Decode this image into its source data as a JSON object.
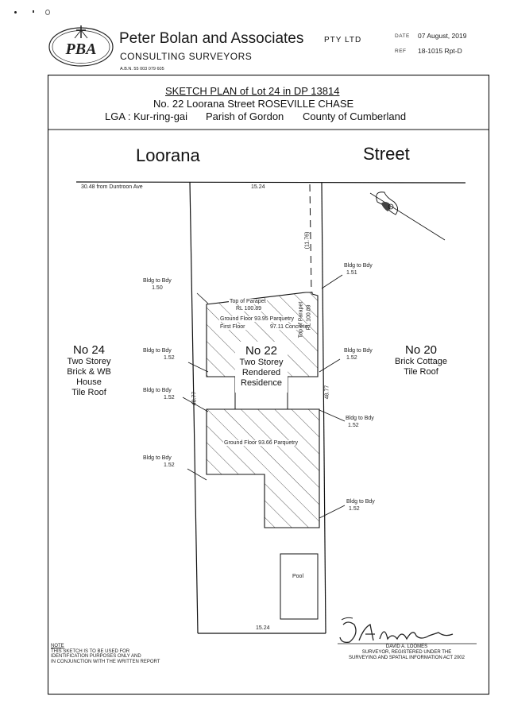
{
  "header": {
    "company": "Peter Bolan and Associates",
    "company_suffix": "PTY LTD",
    "subtitle": "CONSULTING SURVEYORS",
    "abn": "A.B.N. 55 003 079 605",
    "logo_text": "PBA",
    "date_label": "DATE",
    "date_value": "07 August, 2019",
    "ref_label": "REF",
    "ref_value": "18-1015 Rpt-D"
  },
  "title": {
    "line1": "SKETCH PLAN of Lot 24 in DP 13814",
    "line2": "No. 22 Loorana Street ROSEVILLE CHASE",
    "lga": "LGA : Kur-ring-gai",
    "parish": "Parish of Gordon",
    "county": "County of Cumberland"
  },
  "street": {
    "left_word": "Loorana",
    "right_word": "Street"
  },
  "dimensions": {
    "from_corner": "30.48 from Duntroon Ave",
    "frontage": "15.24",
    "rear": "15.24",
    "depth_left": "48.77",
    "depth_right": "48.77",
    "setback": "(11.76)"
  },
  "setbacks": [
    {
      "label": "Bldg to Bdy",
      "value": "1.50"
    },
    {
      "label": "Bldg to Bdy",
      "value": "1.51"
    },
    {
      "label": "Bldg to Bdy",
      "value": "1.52"
    },
    {
      "label": "Bldg to Bdy",
      "value": "1.52"
    },
    {
      "label": "Bldg to Bdy",
      "value": "1.52"
    },
    {
      "label": "Bldg to Bdy",
      "value": "1.52"
    },
    {
      "label": "Bldg to Bdy",
      "value": "1.52"
    },
    {
      "label": "Bldg to Bdy",
      "value": "1.52"
    }
  ],
  "levels": {
    "parapet_label": "Top of Parapet",
    "parapet_rl": "RL 100.89",
    "ground_floor_upper": "Ground Floor 93.95 Parquetry",
    "first_floor": "First Floor",
    "first_floor_value": "97.11 Concrete",
    "side_parapet_label": "Top of Parapet",
    "side_parapet_rl": "RL 100.89",
    "ground_floor_lower": "Ground Floor 93.66 Parquetry"
  },
  "subject": {
    "number": "No 22",
    "desc": [
      "Two Storey",
      "Rendered",
      "Residence"
    ]
  },
  "neighbour_left": {
    "number": "No 24",
    "desc": [
      "Two Storey",
      "Brick & WB",
      "House",
      "Tile Roof"
    ]
  },
  "neighbour_right": {
    "number": "No 20",
    "desc": [
      "Brick Cottage",
      "Tile Roof"
    ]
  },
  "pool_label": "Pool",
  "note": {
    "heading": "NOTE",
    "lines": [
      "THIS SKETCH IS TO BE USED FOR",
      "IDENTIFICATION PURPOSES ONLY AND",
      "IN CONJUNCTION WITH THE WRITTEN REPORT"
    ]
  },
  "surveyor": {
    "name": "DAVID A. LOOMES",
    "line1": "SURVEYOR, REGISTERED UNDER THE",
    "line2": "SURVEYING AND SPATIAL INFORMATION ACT 2002"
  }
}
